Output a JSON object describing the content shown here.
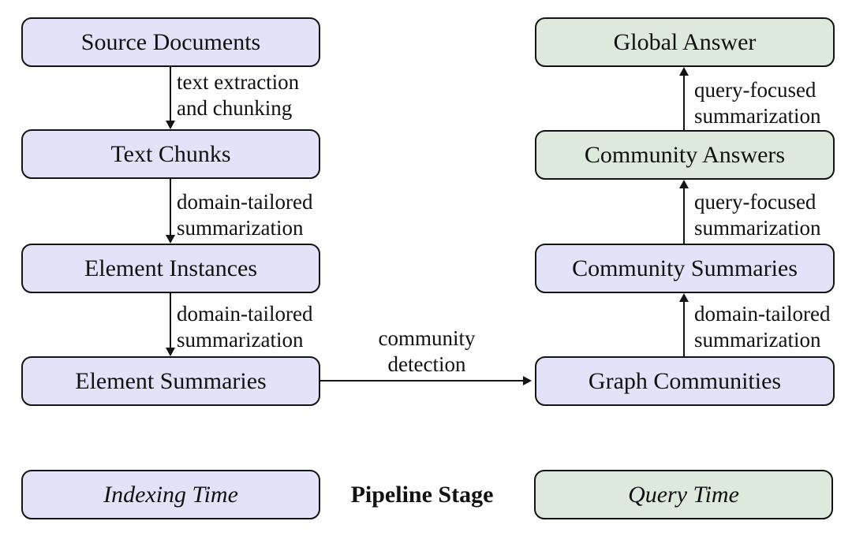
{
  "colors": {
    "indexing_fill": "#e4e2f8",
    "query_fill": "#dce9dc",
    "border": "#141414",
    "text": "#111111"
  },
  "nodes": {
    "source_documents": "Source Documents",
    "text_chunks": "Text Chunks",
    "element_instances": "Element Instances",
    "element_summaries": "Element Summaries",
    "global_answer": "Global Answer",
    "community_answers": "Community Answers",
    "community_summaries": "Community Summaries",
    "graph_communities": "Graph Communities"
  },
  "edges": {
    "text_extraction": {
      "line1": "text extraction",
      "line2": "and chunking"
    },
    "domain_summarization_1": {
      "line1": "domain-tailored",
      "line2": "summarization"
    },
    "domain_summarization_2": {
      "line1": "domain-tailored",
      "line2": "summarization"
    },
    "community_detection": {
      "line1": "community",
      "line2": "detection"
    },
    "domain_summarization_3": {
      "line1": "domain-tailored",
      "line2": "summarization"
    },
    "query_summarization_1": {
      "line1": "query-focused",
      "line2": "summarization"
    },
    "query_summarization_2": {
      "line1": "query-focused",
      "line2": "summarization"
    }
  },
  "legend": {
    "indexing": "Indexing Time",
    "pipeline_stage": "Pipeline Stage",
    "query": "Query Time"
  }
}
